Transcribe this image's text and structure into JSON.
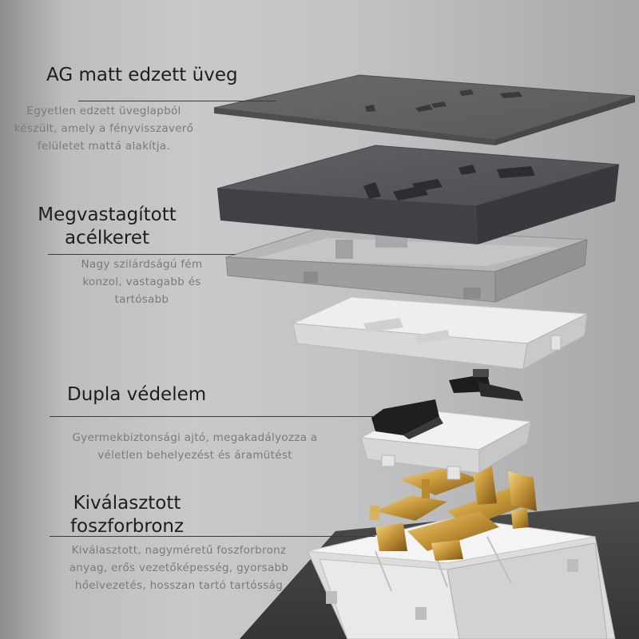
{
  "labels": {
    "glass": {
      "title": "AG matt edzett üveg",
      "desc": [
        "Egyetlen edzett üveglapból",
        "készült, amely a fényvisszaverő",
        "felületet mattá alakítja."
      ]
    },
    "frame": {
      "title": [
        "Megvastagított",
        "acélkeret"
      ],
      "desc": [
        "Nagy szilárdságú fém",
        "konzol, vastagabb és",
        "tartósabb"
      ]
    },
    "protection": {
      "title": "Dupla védelem",
      "desc": [
        "Gyermekbiztonsági ajtó, megakadályozza a",
        "véletlen behelyezést és áramütést"
      ]
    },
    "bronze": {
      "title": [
        "Kiválasztott",
        "foszforbronz"
      ],
      "desc": [
        "Kiválasztott, nagyméretű foszforbronz",
        "anyag, erős vezetőképesség, gyorsabb",
        "hőelvezetés, hosszan tartó tartósság"
      ]
    }
  },
  "colors": {
    "background": "#c3c3c5",
    "glass": "#5d5d60",
    "panel": "#55575a",
    "steel_frame": "#a9a9ab",
    "white_plastic": "#e6e6e6",
    "shutter": "#1e1e1e",
    "bronze": "#c89a3c",
    "title_text": "#1e1e1e",
    "desc_text": "#7a7a7c"
  }
}
